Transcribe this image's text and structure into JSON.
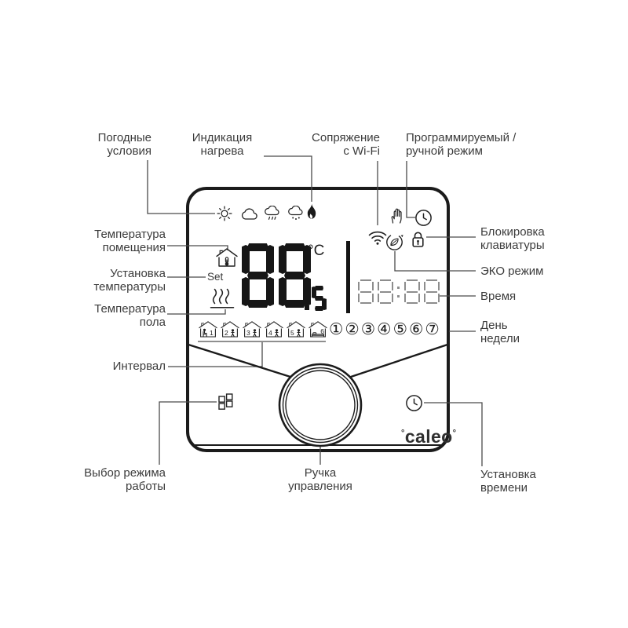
{
  "labels": {
    "weather": "Погодные\nусловия",
    "heating": "Индикация\nнагрева",
    "wifi_pair": "Сопряжение\nс Wi-Fi",
    "prog_mode": "Программируемый /\nручной режим",
    "room_temp": "Температура\nпомещения",
    "set_temp": "Установка\nтемпературы",
    "floor_temp": "Температура\nпола",
    "interval": "Интервал",
    "key_lock": "Блокировка\nклавиатуры",
    "eco": "ЭКО режим",
    "time": "Время",
    "weekday": "День\nнедели",
    "mode_select": "Выбор режима\nработы",
    "knob": "Ручка\nуправления",
    "time_set": "Установка\nвремени"
  },
  "display": {
    "set_label": "Set",
    "temp_value": "88",
    "temp_decimal": ".5",
    "unit": "°C",
    "time_value": "88:88"
  },
  "intervals": {
    "nums": [
      "1",
      "2",
      "3",
      "4",
      "5",
      "6"
    ]
  },
  "days": {
    "items": [
      "①",
      "②",
      "③",
      "④",
      "⑤",
      "⑥",
      "⑦"
    ]
  },
  "brand": {
    "prefix": "°",
    "name": "caleo",
    "suffix": "°"
  },
  "icons": {
    "weather_row": [
      "sun",
      "cloud",
      "rain-cloud",
      "snow-cloud",
      "flame"
    ],
    "mode_row": [
      "hand",
      "clock"
    ],
    "status_row": [
      "wifi",
      "eco-leaf",
      "lock"
    ],
    "left_column": [
      "house-thermometer",
      "floor-heating"
    ],
    "bottom": [
      "mode-grid",
      "control-knob",
      "clock"
    ]
  },
  "colors": {
    "pointer_line": "#4a4a4a",
    "label_text": "#3c3c3c",
    "device_border": "#1b1b1b",
    "segment_on": "#161616",
    "segment_time": "#8d8d8d"
  }
}
